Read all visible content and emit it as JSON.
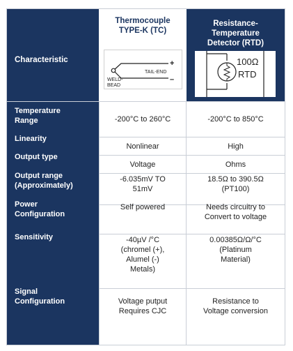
{
  "header": {
    "characteristic": "Characteristic",
    "tc_title_1": "Thermocouple",
    "tc_title_2": "TYPE-K (TC)",
    "rtd_title_1": "Resistance-",
    "rtd_title_2": "Temperature",
    "rtd_title_3": "Detector (RTD)"
  },
  "tc_diagram": {
    "plus": "+",
    "minus": "–",
    "tail_end": "TAIL-END",
    "weld_1": "WELD-",
    "weld_2": "BEAD"
  },
  "rtd_diagram": {
    "resistance": "100Ω",
    "label": "RTD"
  },
  "rows": [
    {
      "label": [
        "Temperature",
        "Range"
      ],
      "tc": [
        "-200°C to 260°C"
      ],
      "rtd": [
        "-200°C to 850°C"
      ]
    },
    {
      "label": [
        "Linearity"
      ],
      "tc": [
        "Nonlinear"
      ],
      "rtd": [
        "High"
      ]
    },
    {
      "label": [
        "Output type"
      ],
      "tc": [
        "Voltage"
      ],
      "rtd": [
        "Ohms"
      ]
    },
    {
      "label": [
        "Output range",
        "(Approximately)"
      ],
      "tc": [
        "-6.035mV TO",
        "51mV"
      ],
      "rtd": [
        "18.5Ω to 390.5Ω",
        "(PT100)"
      ]
    },
    {
      "label": [
        "Power",
        "Configuration"
      ],
      "tc": [
        "Self powered"
      ],
      "rtd": [
        "Needs circuitry to",
        "Convert to voltage"
      ]
    },
    {
      "label": [
        "Sensitivity"
      ],
      "tc": [
        "-40µV /°C",
        "(chromel (+),",
        "Alumel (-)",
        "Metals)"
      ],
      "rtd": [
        "0.00385Ω/Ω/°C",
        "(Platinum",
        "Material)"
      ]
    },
    {
      "label": [
        "Signal",
        "Configuration"
      ],
      "tc": [
        "Voltage putput",
        "Requires CJC"
      ],
      "rtd": [
        "Resistance to",
        "Voltage conversion"
      ]
    }
  ]
}
